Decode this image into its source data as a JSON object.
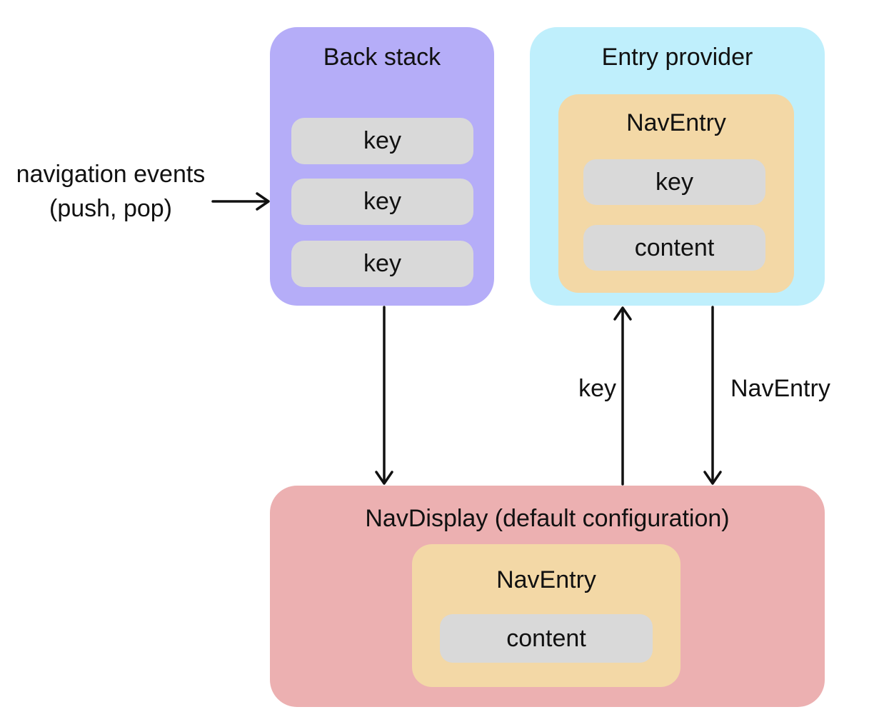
{
  "colors": {
    "back_stack_fill": "#b5adf8",
    "entry_provider_fill": "#bfeffc",
    "nav_entry_fill": "#f3d8a6",
    "nav_display_fill": "#ecb0b1",
    "pill_fill": "#d9d9d9",
    "text": "#111111",
    "arrow": "#111111",
    "background": "#ffffff"
  },
  "back_stack": {
    "title": "Back stack",
    "keys": [
      "key",
      "key",
      "key"
    ]
  },
  "entry_provider": {
    "title": "Entry provider",
    "nav_entry": {
      "title": "NavEntry",
      "key_label": "key",
      "content_label": "content"
    }
  },
  "nav_display": {
    "title": "NavDisplay (default configuration)",
    "nav_entry": {
      "title": "NavEntry",
      "content_label": "content"
    }
  },
  "annotations": {
    "navigation_events_line1": "navigation events",
    "navigation_events_line2": "(push, pop)",
    "key_arrow_label": "key",
    "nav_entry_arrow_label": "NavEntry"
  }
}
